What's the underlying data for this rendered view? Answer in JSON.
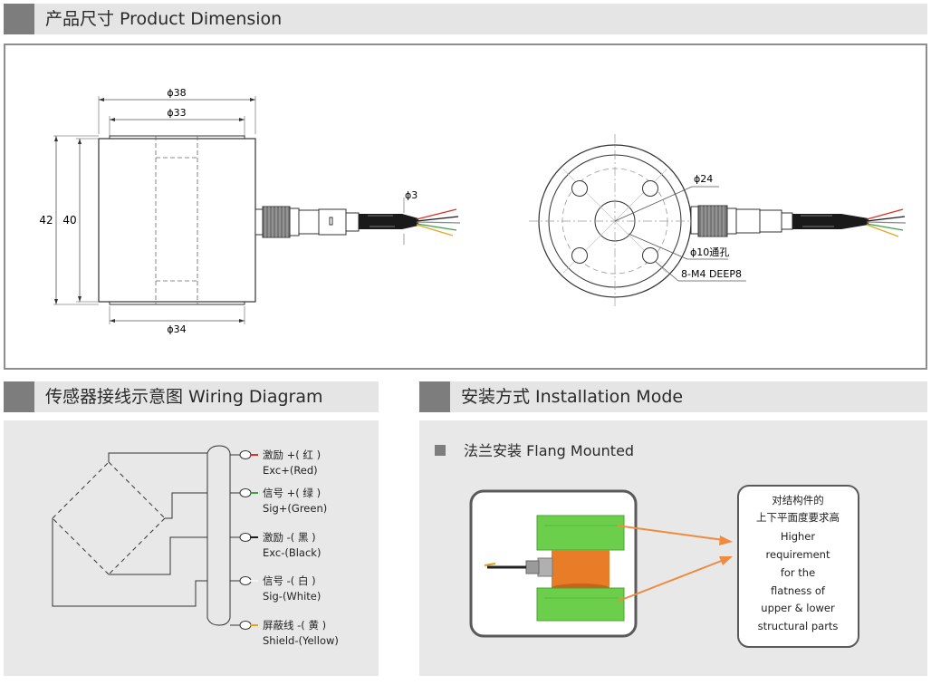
{
  "sections": {
    "dimension": {
      "title": "产品尺寸 Product Dimension"
    },
    "wiring": {
      "title": "传感器接线示意图 Wiring Diagram"
    },
    "installation": {
      "title": "安装方式 Installation Mode"
    }
  },
  "dimension": {
    "side_view": {
      "dia_outer": "ϕ38",
      "dia_top": "ϕ33",
      "dia_bottom": "ϕ34",
      "height_total": "42",
      "height_body": "40",
      "cable_dia": "ϕ3"
    },
    "top_view": {
      "center_dia": "ϕ24",
      "hole_label": "ϕ10通孔",
      "thread_label": "8-M4 DEEP8"
    }
  },
  "wiring": {
    "wires": [
      {
        "cn": "激励 +( 红 )",
        "en": "Exc+(Red)",
        "color": "#d8322a"
      },
      {
        "cn": "信号 +( 绿 )",
        "en": "Sig+(Green)",
        "color": "#3fa043"
      },
      {
        "cn": "激励 -( 黑 )",
        "en": "Exc-(Black)",
        "color": "#1b1b1b"
      },
      {
        "cn": "信号 -( 白 )",
        "en": "Sig-(White)",
        "color": "#f4f4f4"
      },
      {
        "cn": "屏蔽线 -( 黄 )",
        "en": "Shield-(Yellow)",
        "color": "#e0a81e"
      }
    ]
  },
  "installation": {
    "mode_label": "法兰安装 Flang Mounted",
    "note_lines": [
      "对结构件的",
      "上下平面度要求高",
      "Higher",
      "requirement",
      "for the",
      "flatness of",
      "upper & lower",
      "structural parts"
    ],
    "colors": {
      "block": "#6ccf4c",
      "sensor": "#e97d27",
      "arrow": "#ef8a3e"
    }
  }
}
